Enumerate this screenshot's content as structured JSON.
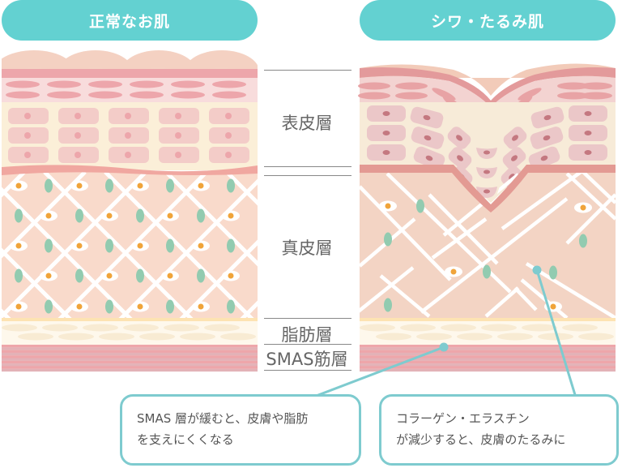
{
  "headers": {
    "normal_skin": "正常なお肌",
    "wrinkled_skin": "シワ・たるみ肌"
  },
  "layers": {
    "epidermis": "表皮層",
    "dermis": "真皮層",
    "fat": "脂肪層",
    "smas": "SMAS筋層"
  },
  "callouts": {
    "smas": {
      "line1": "SMAS 層が緩むと、皮膚や脂肪",
      "line2": "を支えにくくなる"
    },
    "collagen": {
      "line1": "コラーゲン・エラスチン",
      "line2": "が減少すると、皮膚のたるみに"
    }
  },
  "colors": {
    "header_bg": "#63d1d1",
    "callout_border": "#7ecbcf",
    "stratum_pink": "#eda6ab",
    "epidermis_bg": "#fbefd8",
    "dermis_bg": "#f9dacb",
    "collagen_fiber": "#ffffff",
    "elastin_green": "#92cbb0",
    "fibroblast_orange": "#f0a43a",
    "smas_stripe": "#eeaaae"
  }
}
